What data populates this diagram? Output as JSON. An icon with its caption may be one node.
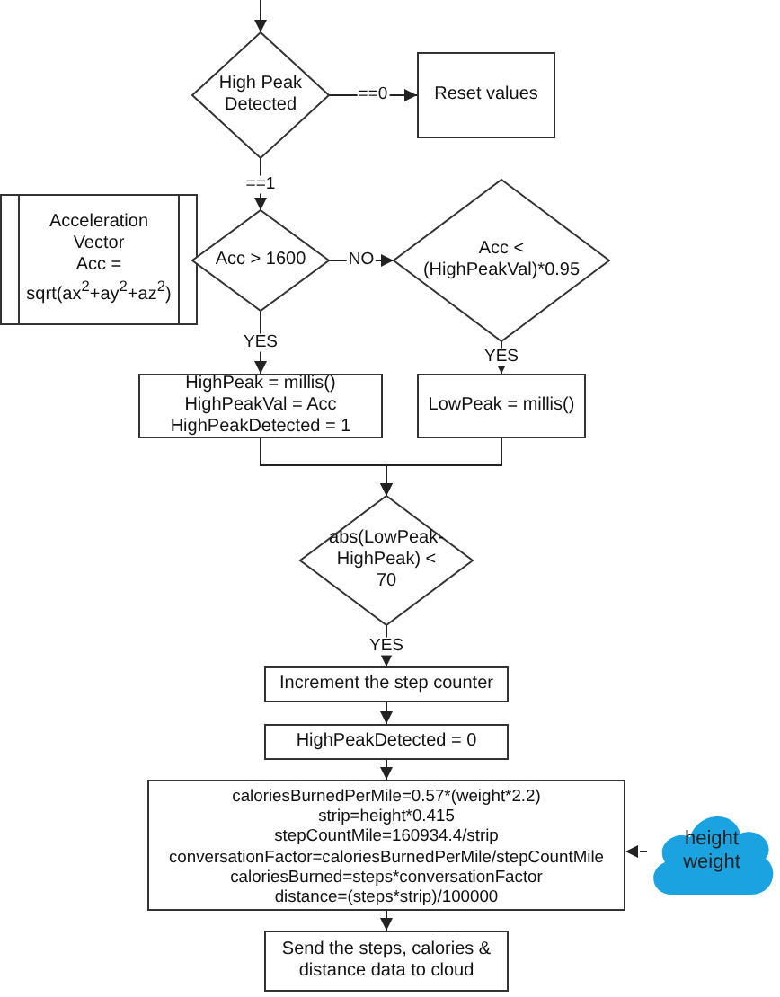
{
  "diagram": {
    "nodes": [
      {
        "text": [
          "High Peak Detected"
        ]
      },
      {
        "text": [
          "Reset values"
        ]
      },
      {
        "text": [
          "Acceleration Vector",
          "Acc = sqrt(ax$^{2}$+ay$^{2}$+az$^{2}$)"
        ]
      },
      {
        "text": [
          "Acc > 1600"
        ]
      },
      {
        "text": [
          "Acc < (HighPeakVal)*0.95"
        ]
      },
      {
        "text": [
          "HighPeak = millis()",
          "HighPeakVal = Acc",
          "HighPeakDetected = 1"
        ]
      },
      {
        "text": [
          "LowPeak = millis()"
        ]
      },
      {
        "text": [
          "abs(LowPeak-HighPeak) < 70"
        ]
      },
      {
        "text": [
          "Increment the step counter"
        ]
      },
      {
        "text": [
          "HighPeakDetected = 0"
        ]
      },
      {
        "text": [
          "caloriesBurnedPerMile=0.57*(weight*2.2)",
          "strip=height*0.415",
          "stepCountMile=160934.4/strip",
          "conversationFactor=caloriesBurnedPerMile/stepCountMile",
          "caloriesBurned=steps*conversationFactor",
          "distance=(steps*strip)/100000"
        ]
      },
      {
        "text": [
          "height",
          "weight"
        ]
      },
      {
        "text": [
          "Send the steps, calories & distance data to cloud"
        ]
      }
    ],
    "edges": [
      {
        "from": null,
        "to": 0,
        "arrow": "to"
      },
      {
        "from": 0,
        "to": 1,
        "arrow": "to",
        "label": "==0"
      },
      {
        "from": 0,
        "to": 3,
        "arrow": "to",
        "label": "==1"
      },
      {
        "from": 3,
        "to": 4,
        "arrow": "to",
        "label": "NO"
      },
      {
        "from": 3,
        "to": 5,
        "arrow": "to",
        "label": "YES"
      },
      {
        "from": 4,
        "to": 6,
        "arrow": "to",
        "label": "YES"
      },
      {
        "from": 5,
        "to": 7,
        "arrow": "to"
      },
      {
        "from": 6,
        "to": 7,
        "arrow": "to"
      },
      {
        "from": 7,
        "to": 8,
        "arrow": "to",
        "label": "YES"
      },
      {
        "from": 8,
        "to": 9,
        "arrow": "to"
      },
      {
        "from": 9,
        "to": 10,
        "arrow": "to"
      },
      {
        "from": 11,
        "to": 10,
        "arrow": "to",
        "style": "dashed"
      },
      {
        "from": 10,
        "to": 12,
        "arrow": "to"
      }
    ]
  }
}
